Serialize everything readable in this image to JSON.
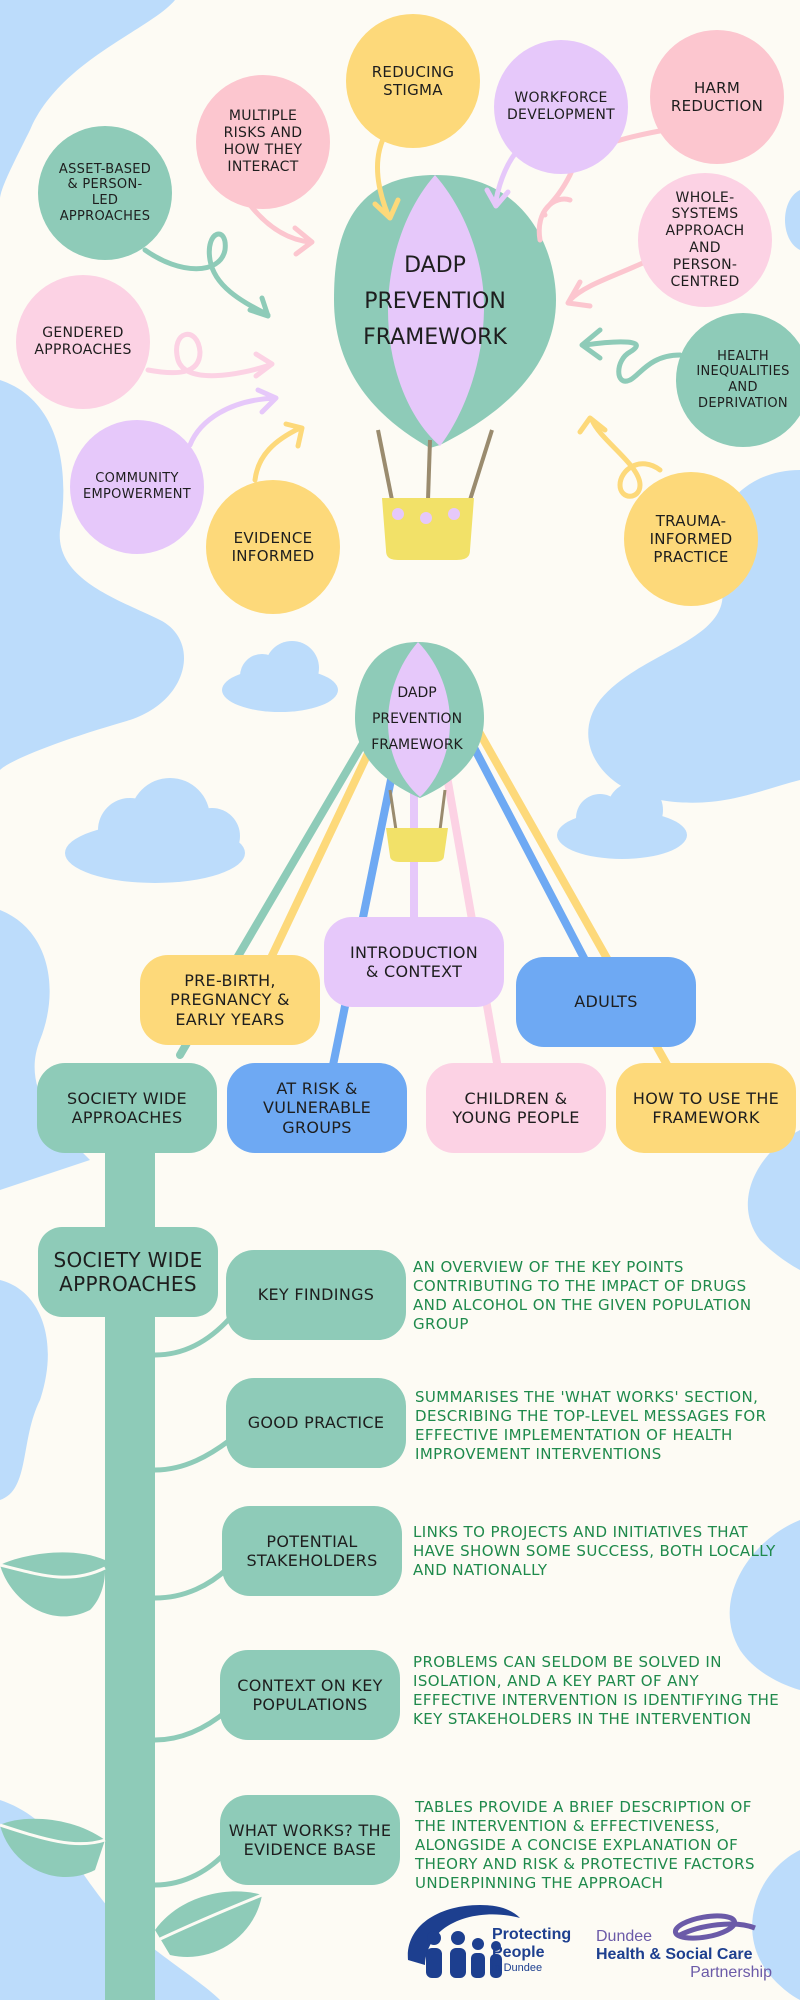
{
  "top_balloon": {
    "title_lines": [
      "DADP",
      "PREVENTION",
      "FRAMEWORK"
    ]
  },
  "themes": {
    "reducing_stigma": "REDUCING STIGMA",
    "workforce_development": "WORKFORCE DEVELOPMENT",
    "harm_reduction": "HARM REDUCTION",
    "multiple_risks": "MULTIPLE RISKS AND HOW THEY INTERACT",
    "asset_based": "ASSET-BASED & PERSON-LED APPROACHES",
    "whole_systems": "WHOLE-SYSTEMS APPROACH AND PERSON-CENTRED",
    "gendered": "GENDERED APPROACHES",
    "health_inequalities": "HEALTH INEQUALITIES AND DEPRIVATION",
    "community_empowerment": "COMMUNITY EMPOWERMENT",
    "evidence_informed": "EVIDENCE INFORMED",
    "trauma_informed": "TRAUMA-INFORMED PRACTICE"
  },
  "small_balloon": {
    "title_lines": [
      "DADP",
      "PREVENTION",
      "FRAMEWORK"
    ]
  },
  "sections": {
    "introduction": "INTRODUCTION & CONTEXT",
    "pre_birth": "PRE-BIRTH, PREGNANCY & EARLY YEARS",
    "adults": "ADULTS",
    "society_wide": "SOCIETY WIDE APPROACHES",
    "at_risk": "AT RISK & VULNERABLE GROUPS",
    "children": "CHILDREN & YOUNG PEOPLE",
    "how_to_use": "HOW TO USE THE FRAMEWORK"
  },
  "tree": {
    "heading": "SOCIETY WIDE APPROACHES",
    "items": [
      {
        "label": "KEY FINDINGS",
        "description": "AN OVERVIEW OF THE KEY POINTS CONTRIBUTING TO THE IMPACT OF DRUGS AND ALCOHOL ON THE GIVEN POPULATION GROUP"
      },
      {
        "label": "GOOD PRACTICE",
        "description": "SUMMARISES THE 'WHAT WORKS' SECTION, DESCRIBING THE TOP-LEVEL MESSAGES FOR EFFECTIVE IMPLEMENTATION OF HEALTH IMPROVEMENT INTERVENTIONS"
      },
      {
        "label": "POTENTIAL STAKEHOLDERS",
        "description": "LINKS TO PROJECTS AND INITIATIVES THAT HAVE SHOWN SOME SUCCESS, BOTH LOCALLY AND NATIONALLY"
      },
      {
        "label": "CONTEXT ON KEY POPULATIONS",
        "description": "PROBLEMS CAN SELDOM BE SOLVED IN ISOLATION, AND A KEY PART OF ANY EFFECTIVE INTERVENTION IS IDENTIFYING THE KEY STAKEHOLDERS IN THE INTERVENTION"
      },
      {
        "label": "WHAT WORKS? THE EVIDENCE BASE",
        "description": "TABLES PROVIDE A BRIEF DESCRIPTION OF THE INTERVENTION & EFFECTIVENESS, ALONGSIDE A CONCISE EXPLANATION OF THEORY AND RISK & PROTECTIVE FACTORS UNDERPINNING THE APPROACH"
      }
    ]
  },
  "logos": {
    "pp_line1": "Protecting",
    "pp_line2": "People",
    "pp_line3": "in Dundee",
    "dhscp_line1": "Dundee",
    "dhscp_line2": "Health & Social Care",
    "dhscp_line3": "Partnership"
  },
  "colors": {
    "green": "#8ecbb8",
    "pink": "#fcc6cf",
    "yellow": "#fdd97a",
    "purple": "#e6c8fa",
    "blue": "#6ea9f3",
    "sky_blue": "#bcdcfb",
    "description_text": "#1f8a4c",
    "logo_navy": "#1d3f8f",
    "logo_purple": "#6b5aa8"
  }
}
